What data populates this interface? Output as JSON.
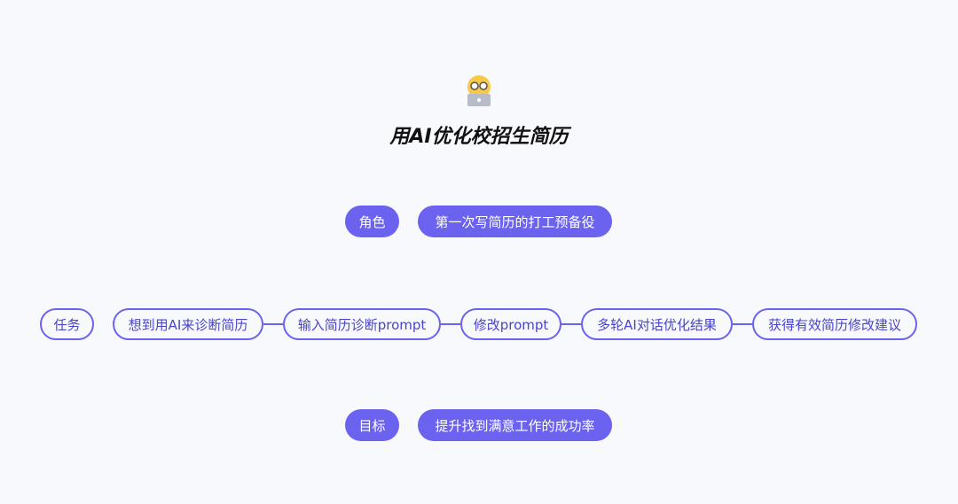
{
  "title": "用AI优化校招生简历",
  "accent_color": "#6b63f0",
  "role": {
    "label": "角色",
    "value": "第一次写简历的打工预备役"
  },
  "task": {
    "label": "任务",
    "steps": [
      "想到用AI来诊断简历",
      "输入简历诊断prompt",
      "修改prompt",
      "多轮AI对话优化结果",
      "获得有效简历修改建议"
    ]
  },
  "goal": {
    "label": "目标",
    "value": "提升找到满意工作的成功率"
  }
}
